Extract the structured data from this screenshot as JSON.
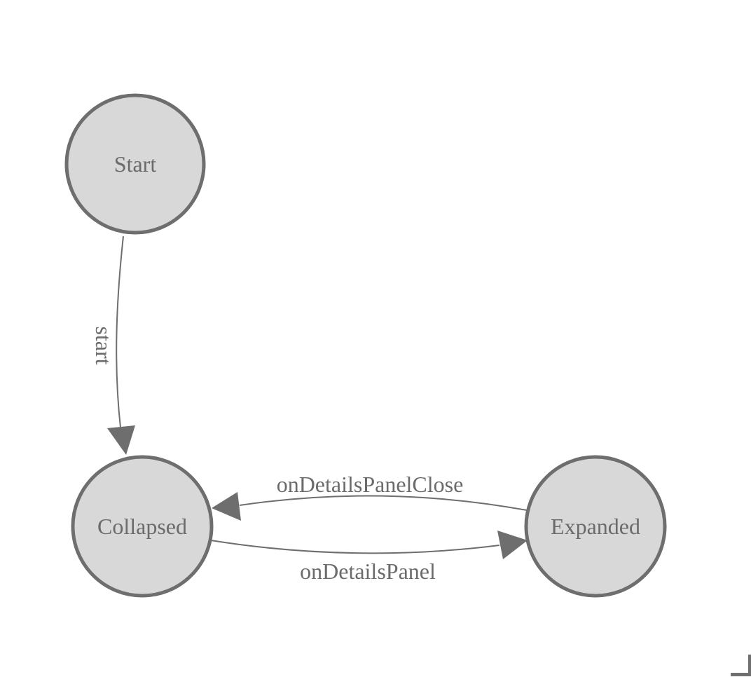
{
  "diagram": {
    "kind": "state-machine",
    "colors": {
      "background": "#ffffff",
      "node_fill": "#d8d8d8",
      "node_stroke": "#6e6e6e",
      "edge_stroke": "#6e6e6e",
      "arrow_fill": "#6e6e6e",
      "label_text": "#6b6b6b"
    },
    "nodes": [
      {
        "id": "start",
        "label": "Start"
      },
      {
        "id": "collapsed",
        "label": "Collapsed"
      },
      {
        "id": "expanded",
        "label": "Expanded"
      }
    ],
    "edges": [
      {
        "from": "Start",
        "to": "Collapsed",
        "label": "start"
      },
      {
        "from": "Expanded",
        "to": "Collapsed",
        "label": "onDetailsPanelClose"
      },
      {
        "from": "Collapsed",
        "to": "Expanded",
        "label": "onDetailsPanel"
      }
    ]
  }
}
